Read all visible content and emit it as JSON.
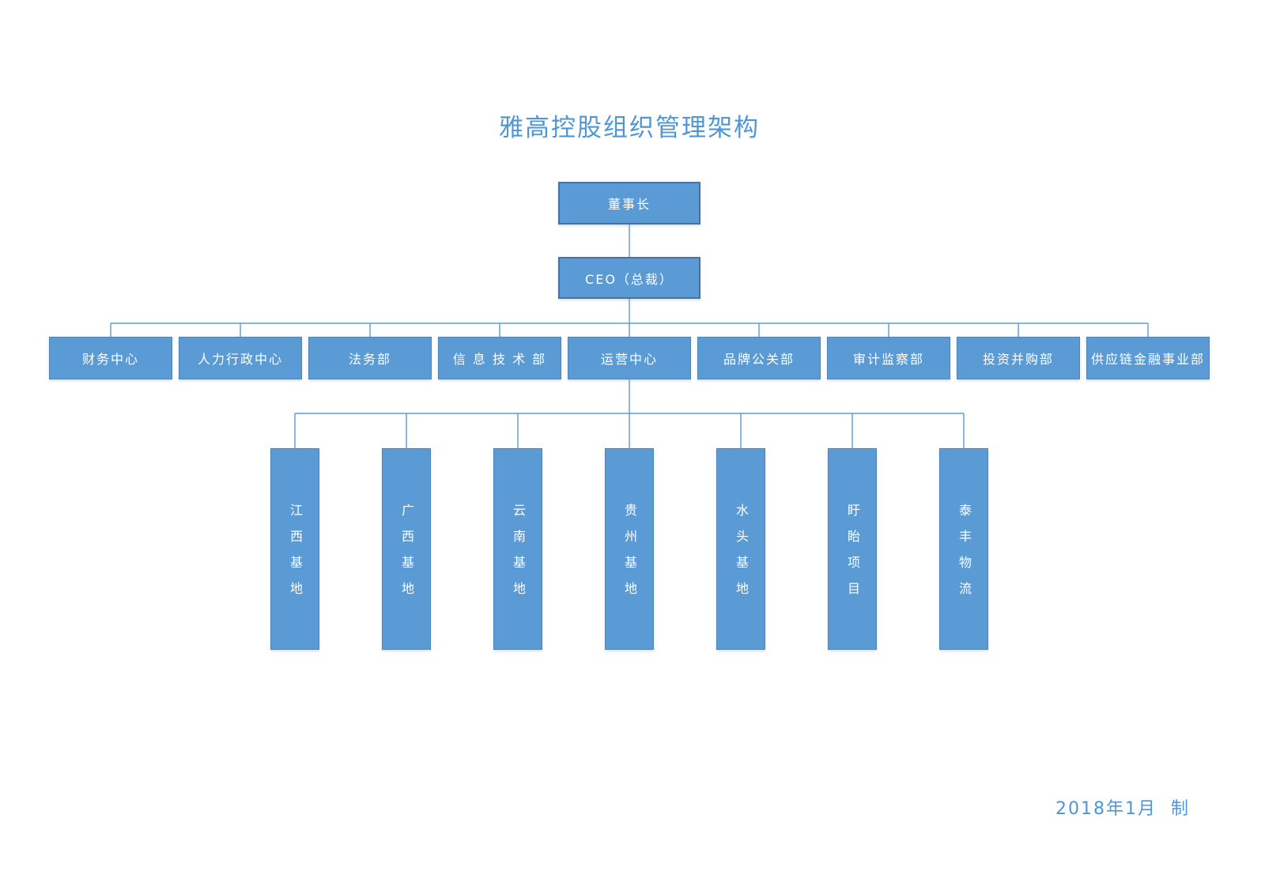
{
  "page": {
    "title": "雅高控股组织管理架构",
    "footer": "2018年1月  制"
  },
  "org": {
    "chairman": {
      "label": "董事长"
    },
    "ceo": {
      "label": "CEO（总裁）"
    },
    "departments": [
      {
        "label": "财务中心"
      },
      {
        "label": "人力行政中心"
      },
      {
        "label": "法务部"
      },
      {
        "label": "信 息 技 术 部"
      },
      {
        "label": "运营中心"
      },
      {
        "label": "品牌公关部"
      },
      {
        "label": "审计监察部"
      },
      {
        "label": "投资并购部"
      },
      {
        "label": "供应链金融事业部"
      }
    ],
    "operation_units": [
      {
        "label": "江西基地"
      },
      {
        "label": "广西基地"
      },
      {
        "label": "云南基地"
      },
      {
        "label": "贵州基地"
      },
      {
        "label": "水头基地"
      },
      {
        "label": "盱眙项目"
      },
      {
        "label": "泰丰物流"
      }
    ]
  },
  "colors": {
    "box_fill": "#5B9BD5",
    "box_border": "#4472A4",
    "box_text": "#FFFFFF",
    "line": "#5B9BD5",
    "title_text": "#4E96D6"
  }
}
